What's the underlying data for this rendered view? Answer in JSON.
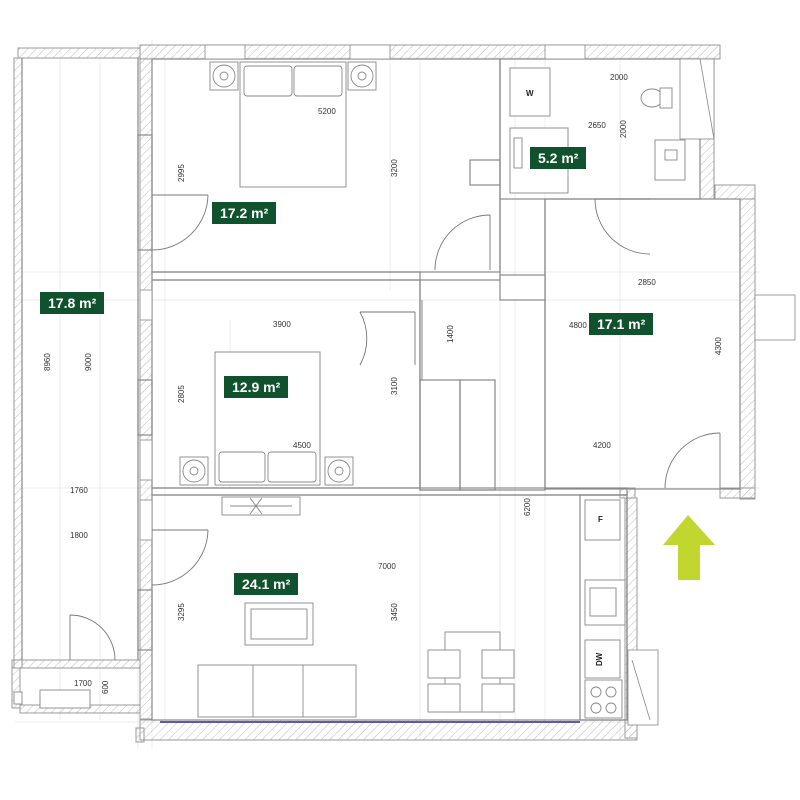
{
  "rooms": {
    "loggia": {
      "area": "17.8 m²"
    },
    "bedroom1": {
      "area": "17.2 m²"
    },
    "bathroom": {
      "area": "5.2 m²"
    },
    "hall": {
      "area": "17.1 m²"
    },
    "bedroom2": {
      "area": "12.9 m²"
    },
    "living": {
      "area": "24.1 m²"
    }
  },
  "dimensions": {
    "bed1_width": "5200",
    "bed1_depth": "3200",
    "bed1_side": "2995",
    "bath_top": "2000",
    "bath_mid": "2650",
    "bath_side": "2000",
    "hall_top": "2850",
    "hall_inner": "4800",
    "hall_side": "4300",
    "hall_bottom": "4200",
    "hall_left": "1400",
    "bed2_width": "3900",
    "bed2_depth": "3100",
    "bed2_side": "2805",
    "bed2_bottom": "4500",
    "loggia_outer": "8960",
    "loggia_inner": "9000",
    "loggia_w1": "1760",
    "loggia_w2": "1800",
    "living_width": "7000",
    "living_depth": "3450",
    "living_side": "3295",
    "living_right": "6200",
    "balcony_w": "1700",
    "balcony_d": "600"
  },
  "appliances": {
    "washer": "W",
    "fridge": "F",
    "dishwasher": "DW"
  },
  "colors": {
    "label_bg": "#10522e",
    "arrow": "#c2d630",
    "wall": "#888888",
    "window_blue": "#5a5ab0"
  }
}
